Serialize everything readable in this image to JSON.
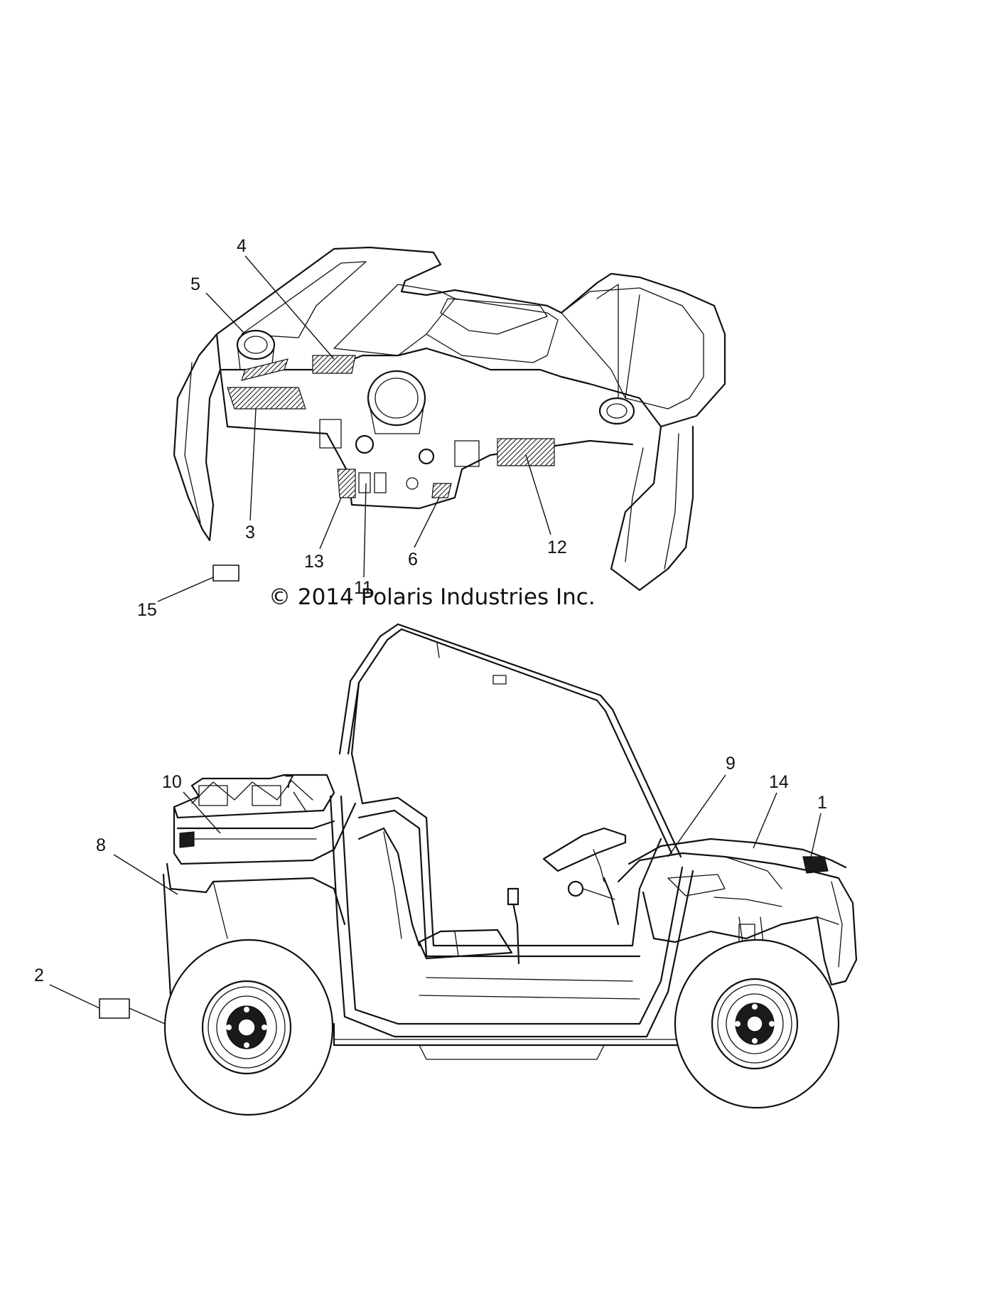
{
  "copyright": "© 2014 Polaris Industries Inc.",
  "callouts": {
    "c1": "1",
    "c2": "2",
    "c3": "3",
    "c4": "4",
    "c5": "5",
    "c6": "6",
    "c7": "7",
    "c8": "8",
    "c9": "9",
    "c10": "10",
    "c11": "11",
    "c12": "12",
    "c13": "13",
    "c14": "14",
    "c15": "15"
  }
}
